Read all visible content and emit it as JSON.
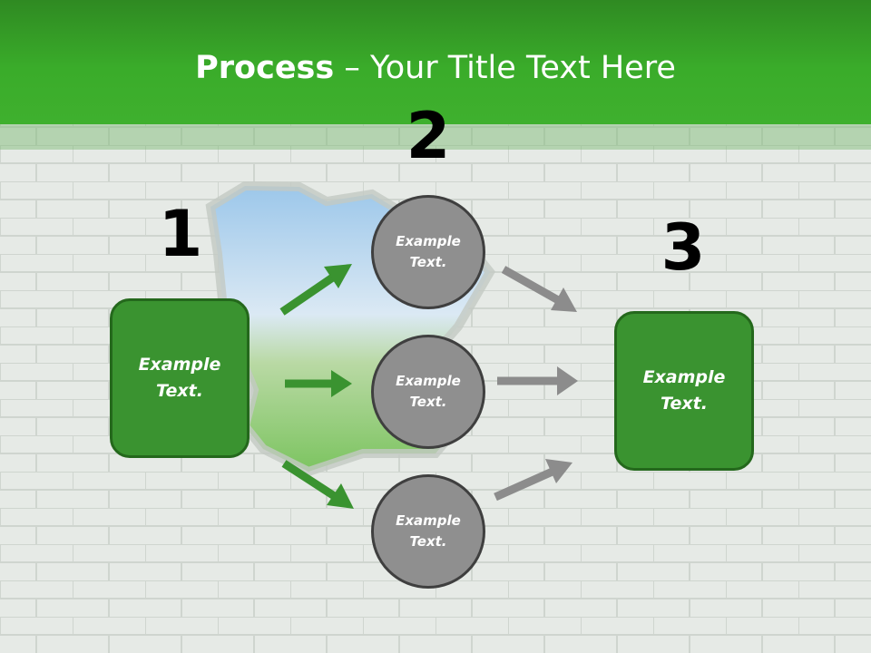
{
  "title": {
    "bold": "Process",
    "rest": " – Your Title Text Here"
  },
  "steps": {
    "one": "1",
    "two": "2",
    "three": "3"
  },
  "left_box": {
    "line1": "Example",
    "line2": "Text."
  },
  "right_box": {
    "line1": "Example",
    "line2": "Text."
  },
  "circles": [
    {
      "line1": "Example",
      "line2": "Text."
    },
    {
      "line1": "Example",
      "line2": "Text."
    },
    {
      "line1": "Example",
      "line2": "Text."
    }
  ],
  "colors": {
    "green": "#3a9330",
    "green_dark": "#24681c",
    "gray": "#8f8f8f",
    "arrow_gray": "#8c8c8c",
    "header": "#3aac2a"
  }
}
